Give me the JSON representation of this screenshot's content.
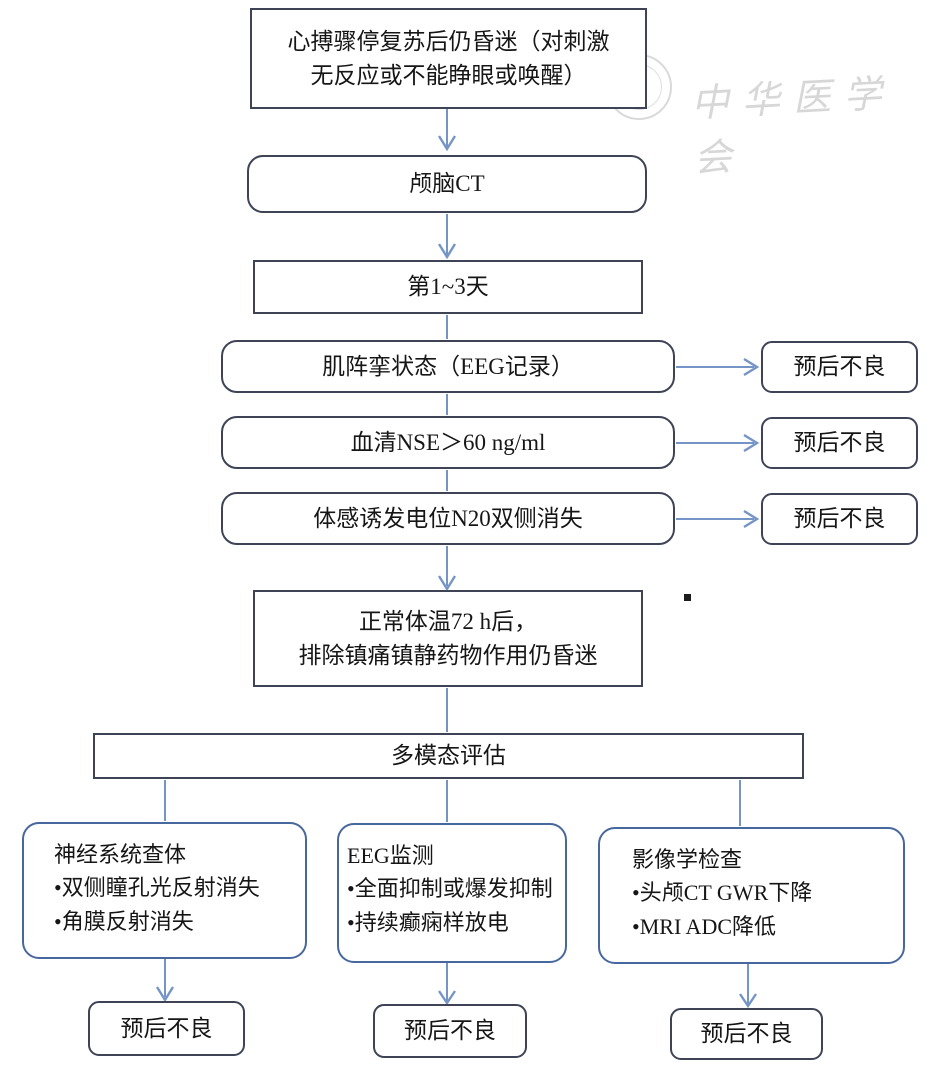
{
  "watermark": {
    "org_name": "中华医学会",
    "seal_glyph": "☤"
  },
  "colors": {
    "box_border_dark": "#3e4456",
    "branch_border_blue": "#47689e",
    "arrow_blue": "#7495c6",
    "watermark_gray": "#d7d7d7",
    "text": "#161616",
    "background": "#ffffff"
  },
  "flowchart": {
    "start": "心搏骤停复苏后仍昏迷（对刺激\n无反应或不能睁眼或唤醒）",
    "ct": "颅脑CT",
    "days": "第1~3天",
    "tests": [
      {
        "label": "肌阵挛状态（EEG记录）",
        "outcome": "预后不良"
      },
      {
        "label": "血清NSE＞60 ng/ml",
        "outcome": "预后不良"
      },
      {
        "label": "体感诱发电位N20双侧消失",
        "outcome": "预后不良"
      }
    ],
    "normothermia": "正常体温72 h后，\n排除镇痛镇静药物作用仍昏迷",
    "multimodal": "多模态评估",
    "branches": [
      {
        "title": "神经系统查体",
        "bullets": [
          "•双侧瞳孔光反射消失",
          "•角膜反射消失"
        ],
        "outcome": "预后不良"
      },
      {
        "title": "EEG监测",
        "bullets": [
          "•全面抑制或爆发抑制",
          "•持续癫痫样放电"
        ],
        "outcome": "预后不良"
      },
      {
        "title": "影像学检查",
        "bullets": [
          "•头颅CT GWR下降",
          "•MRI ADC降低"
        ],
        "outcome": "预后不良"
      }
    ]
  }
}
